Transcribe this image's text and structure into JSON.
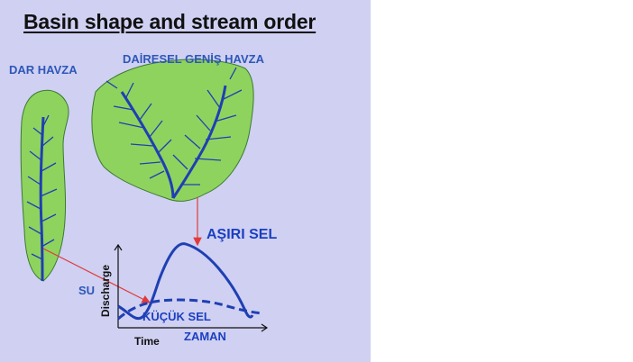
{
  "title": "Basin shape and stream order",
  "labels": {
    "narrow_basin": "DAR HAVZA",
    "circular_basin": "DAİRESEL GENİŞ HAVZA",
    "high_flood": "AŞIRI SEL",
    "water": "SU",
    "small_flood": "KÜÇÜK SEL",
    "time_tr": "ZAMAN",
    "x_axis": "Time",
    "y_axis": "Discharge"
  },
  "colors": {
    "background": "#cfd0f2",
    "basin_fill": "#8fd35f",
    "stream": "#1f3fb3",
    "arrow": "#e23a3a",
    "label_blue": "#2e57b8"
  }
}
